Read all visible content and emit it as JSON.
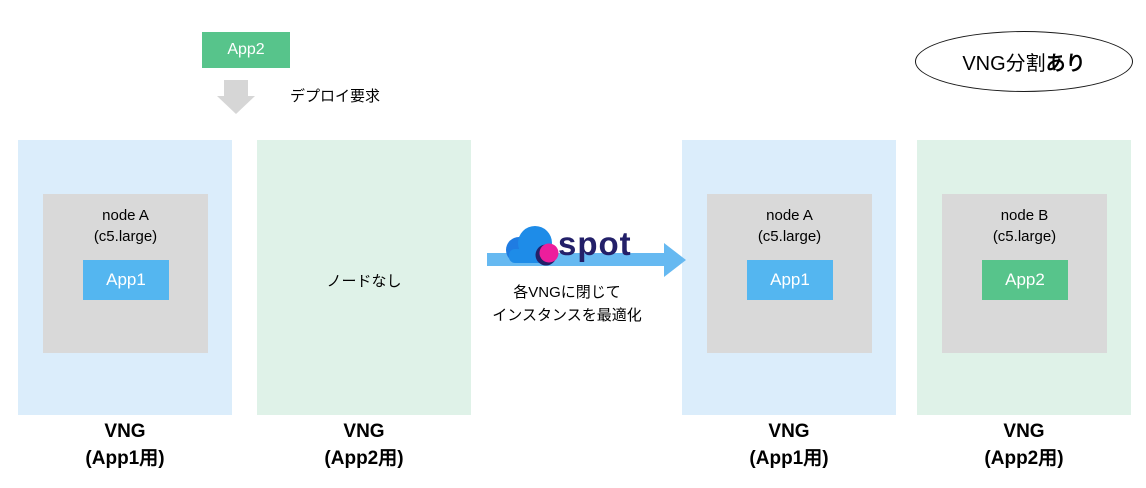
{
  "colors": {
    "vng_blue_bg": "#dbedfb",
    "vng_green_bg": "#dff2e8",
    "node_gray": "#d9d9d9",
    "app1_blue": "#54b6f0",
    "app2_green": "#57c48b",
    "deploy_arrow_gray": "#d6d6d6",
    "flow_arrow_blue": "#66b9f1",
    "spot_navy": "#232069",
    "spot_magenta": "#ec1e9c",
    "spot_cloud_blue": "#1e8ce8"
  },
  "deploy": {
    "app_label": "App2",
    "request_label": "デプロイ要求"
  },
  "badge": {
    "text_regular": "VNG分割",
    "text_bold": "あり"
  },
  "spot": {
    "logo_text": "spot",
    "caption_line1": "各VNGに閉じて",
    "caption_line2": "インスタンスを最適化"
  },
  "before": {
    "vng1": {
      "node": {
        "name": "node A",
        "type": "(c5.large)",
        "app": "App1"
      },
      "label_line1": "VNG",
      "label_line2": "(App1用)"
    },
    "vng2": {
      "empty_text": "ノードなし",
      "label_line1": "VNG",
      "label_line2": "(App2用)"
    }
  },
  "after": {
    "vng1": {
      "node": {
        "name": "node A",
        "type": "(c5.large)",
        "app": "App1"
      },
      "label_line1": "VNG",
      "label_line2": "(App1用)"
    },
    "vng2": {
      "node": {
        "name": "node B",
        "type": "(c5.large)",
        "app": "App2"
      },
      "label_line1": "VNG",
      "label_line2": "(App2用)"
    }
  }
}
